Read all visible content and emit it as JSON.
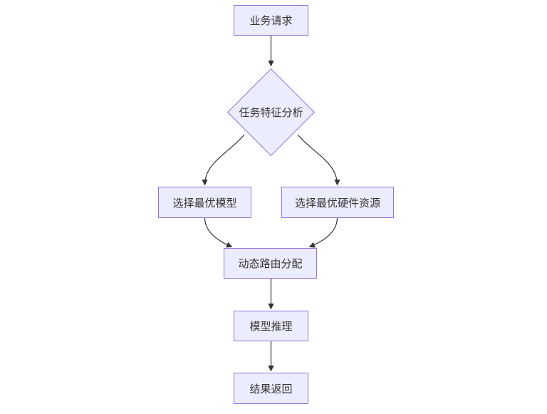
{
  "diagram": {
    "type": "flowchart",
    "direction": "top-down",
    "nodes": [
      {
        "id": "business-request",
        "label": "业务请求",
        "shape": "rectangle"
      },
      {
        "id": "task-analysis",
        "label": "任务特征分析",
        "shape": "diamond"
      },
      {
        "id": "select-model",
        "label": "选择最优模型",
        "shape": "rectangle"
      },
      {
        "id": "select-hardware",
        "label": "选择最优硬件资源",
        "shape": "rectangle"
      },
      {
        "id": "dynamic-routing",
        "label": "动态路由分配",
        "shape": "rectangle"
      },
      {
        "id": "model-inference",
        "label": "模型推理",
        "shape": "rectangle"
      },
      {
        "id": "result-return",
        "label": "结果返回",
        "shape": "rectangle"
      }
    ],
    "edges": [
      {
        "from": "business-request",
        "to": "task-analysis"
      },
      {
        "from": "task-analysis",
        "to": "select-model"
      },
      {
        "from": "task-analysis",
        "to": "select-hardware"
      },
      {
        "from": "select-model",
        "to": "dynamic-routing"
      },
      {
        "from": "select-hardware",
        "to": "dynamic-routing"
      },
      {
        "from": "dynamic-routing",
        "to": "model-inference"
      },
      {
        "from": "model-inference",
        "to": "result-return"
      }
    ],
    "colors": {
      "node_fill": "#ECECFF",
      "node_border": "#9370DB",
      "edge_stroke": "#333333",
      "label_text": "#333333",
      "background": "#ffffff"
    }
  }
}
